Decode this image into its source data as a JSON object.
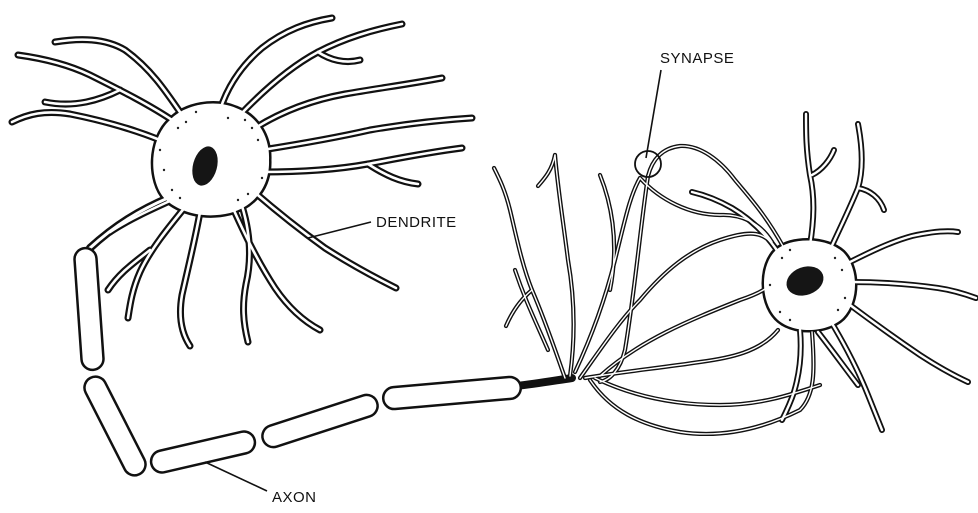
{
  "labels": {
    "synapse": "SYNAPSE",
    "dendrite": "DENDRITE",
    "axon": "AXON"
  }
}
